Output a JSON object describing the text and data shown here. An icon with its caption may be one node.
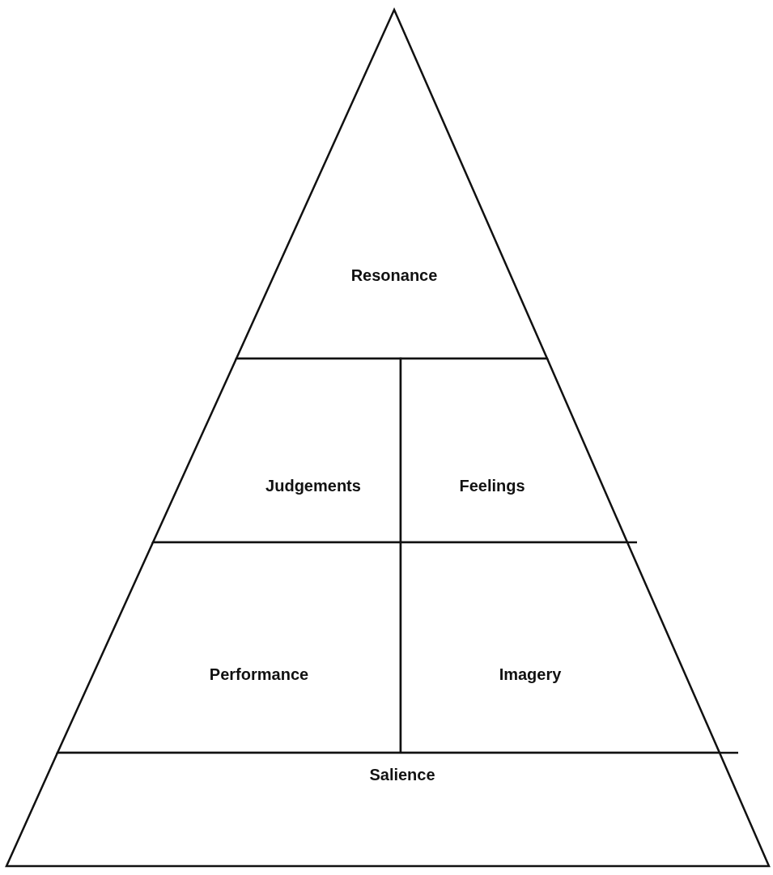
{
  "diagram": {
    "nodes": [
      {
        "text": [
          "Resonance"
        ]
      },
      {
        "text": [
          "Judgements"
        ]
      },
      {
        "text": [
          "Feelings"
        ]
      },
      {
        "text": [
          "Performance"
        ]
      },
      {
        "text": [
          "Imagery"
        ]
      },
      {
        "text": [
          "Salience"
        ]
      }
    ]
  }
}
